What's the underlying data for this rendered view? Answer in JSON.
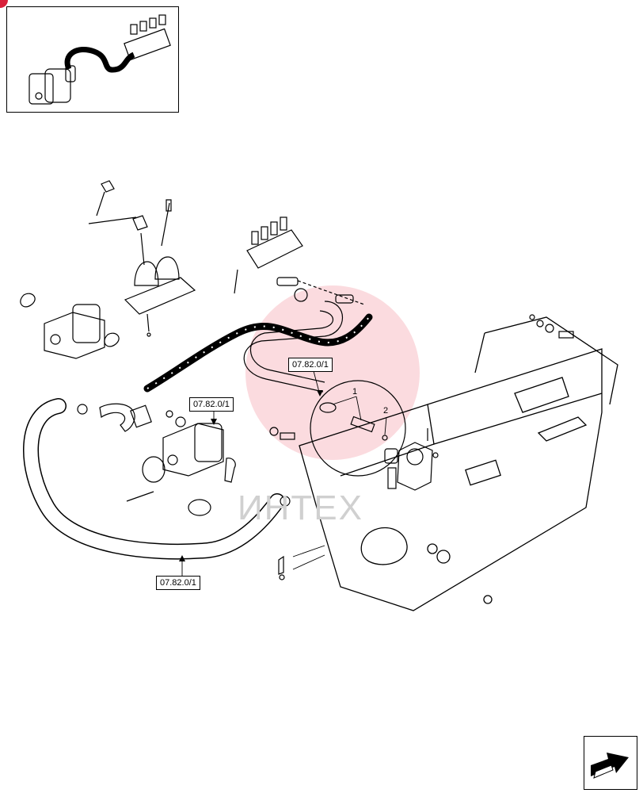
{
  "references": {
    "hose_upper": "07.82.0/1",
    "pump": "07.82.0/1",
    "hose_lower": "07.82.0/1"
  },
  "callouts": [
    "1",
    "2"
  ],
  "watermark": {
    "text": "ИНТЕХ",
    "color": "#e0001b"
  },
  "colors": {
    "line": "#000000",
    "accent": "#d8203a"
  },
  "navigation": {
    "icon": "next-page-arrow-icon"
  }
}
